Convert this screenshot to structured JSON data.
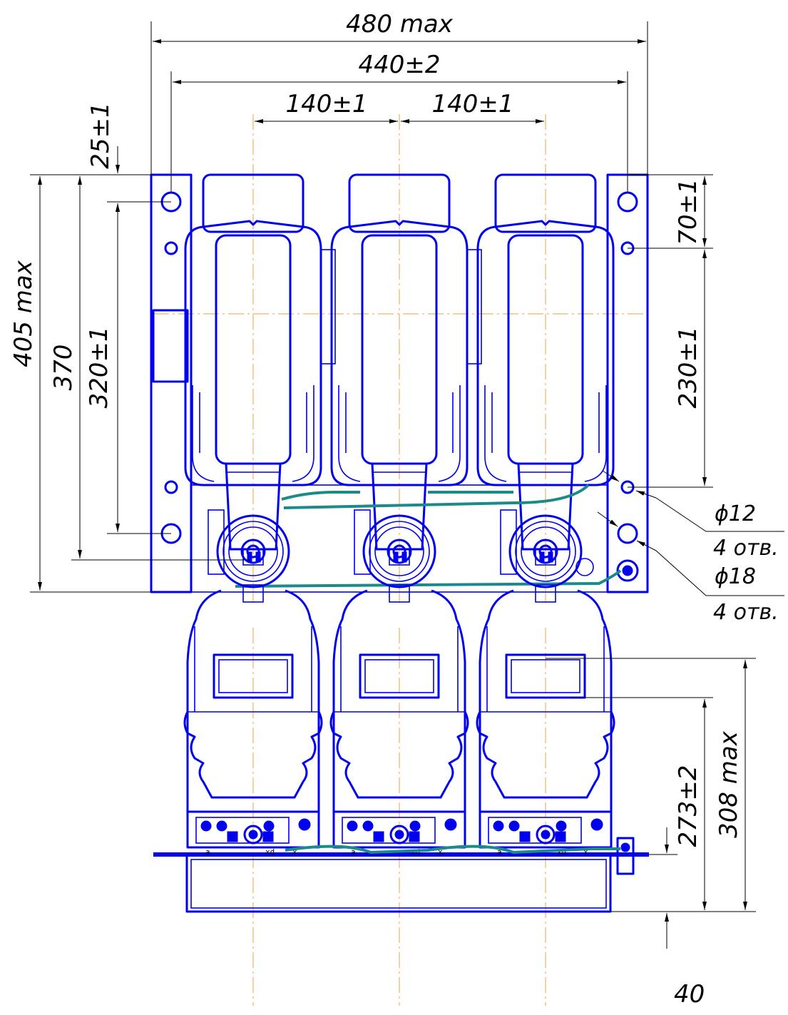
{
  "dimensions": {
    "overall_width": "480 max",
    "mount_width": "440±2",
    "phase_spacing_left": "140±1",
    "phase_spacing_right": "140±1",
    "top_offset": "25±1",
    "overall_height": "405 max",
    "height_370": "370",
    "hole_spacing_vertical": "320±1",
    "right_top_spacing": "70±1",
    "right_mid_spacing": "230±1",
    "hole_small_dia": "ϕ12",
    "hole_small_count": "4 отв.",
    "hole_large_dia": "ϕ18",
    "hole_large_count": "4 отв.",
    "side_height_273": "273±2",
    "side_height_308": "308 max",
    "base_height": "40"
  },
  "terminals": {
    "a": "a",
    "x": "x",
    "xd": "xd"
  },
  "colors": {
    "object": "#0000ee",
    "dimension": "#000000",
    "axis": "#f0a040",
    "wire": "#1a8a8a"
  }
}
